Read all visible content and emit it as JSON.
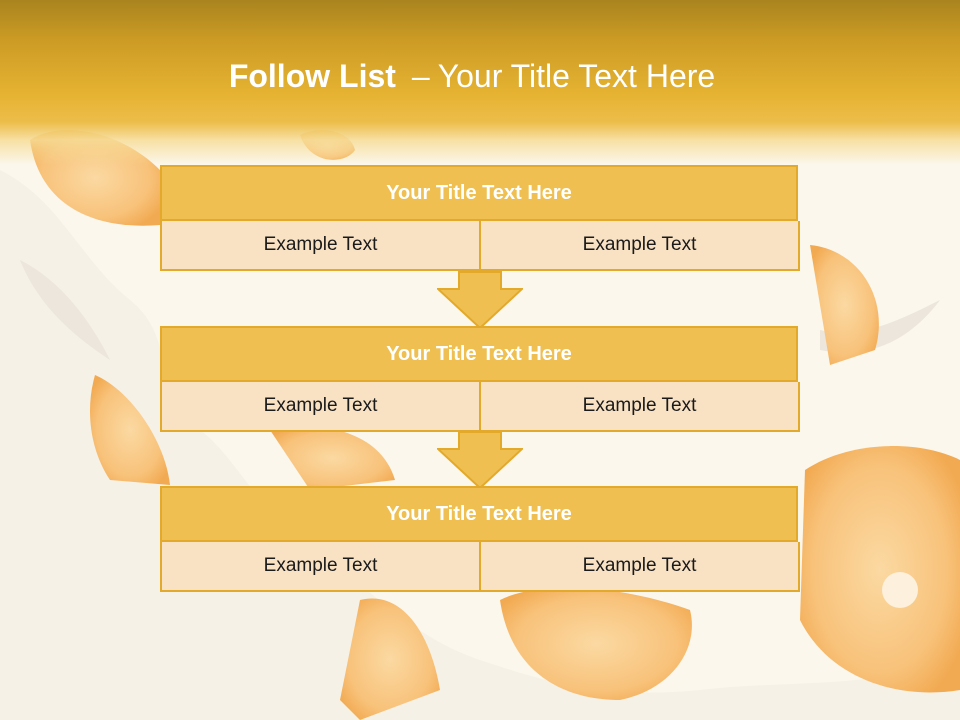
{
  "header": {
    "title_bold": "Follow List",
    "title_separator": "–",
    "title_rest": "Your Title Text Here"
  },
  "blocks": [
    {
      "title": "Your Title Text Here",
      "left_text": "Example Text",
      "right_text": "Example Text"
    },
    {
      "title": "Your Title Text Here",
      "left_text": "Example Text",
      "right_text": "Example Text"
    },
    {
      "title": "Your Title Text Here",
      "left_text": "Example Text",
      "right_text": "Example Text"
    }
  ],
  "colors": {
    "header_gold": "#e6b332",
    "title_bar": "#efc051",
    "cell_fill": "#f9e2c4",
    "border": "#e2a92a",
    "arrow": "#efc051"
  },
  "icons": [
    "down-arrow-icon"
  ]
}
